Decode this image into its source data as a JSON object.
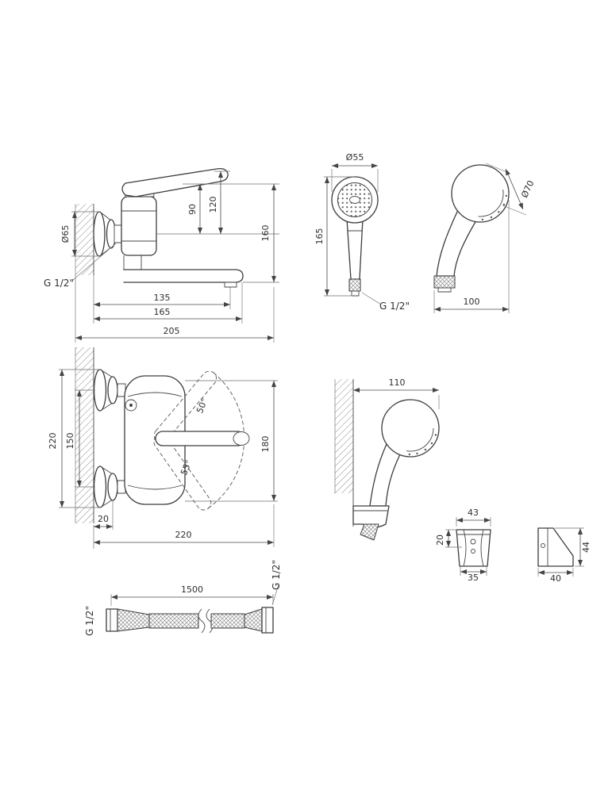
{
  "colors": {
    "line": "#3c3c3c",
    "dimension": "#4a4a4a",
    "text": "#2f2f2f",
    "background": "#ffffff"
  },
  "labels": {
    "mixer_side": {
      "flange_dia": "Ø65",
      "thread": "G 1/2\"",
      "dim_90": "90",
      "dim_120": "120",
      "dim_160": "160",
      "dim_135": "135",
      "dim_165": "165",
      "dim_205": "205"
    },
    "handset_front": {
      "head_dia": "Ø55",
      "dim_165": "165",
      "thread": "G 1/2\""
    },
    "handset_side": {
      "cone_dia": "Ø70",
      "dim_100": "100"
    },
    "mixer_front": {
      "dim_220_height": "220",
      "dim_150": "150",
      "dim_180": "180",
      "angle_up": "50°",
      "angle_down": "55°",
      "dim_20": "20",
      "dim_220_spout": "220"
    },
    "handset_bracket": {
      "dim_110": "110"
    },
    "bracket_front": {
      "dim_43": "43",
      "dim_20": "20",
      "dim_35": "35"
    },
    "bracket_side": {
      "dim_44": "44",
      "dim_40": "40"
    },
    "hose": {
      "dim_1500": "1500",
      "thread_left": "G 1/2\"",
      "thread_right": "G 1/2\""
    }
  }
}
